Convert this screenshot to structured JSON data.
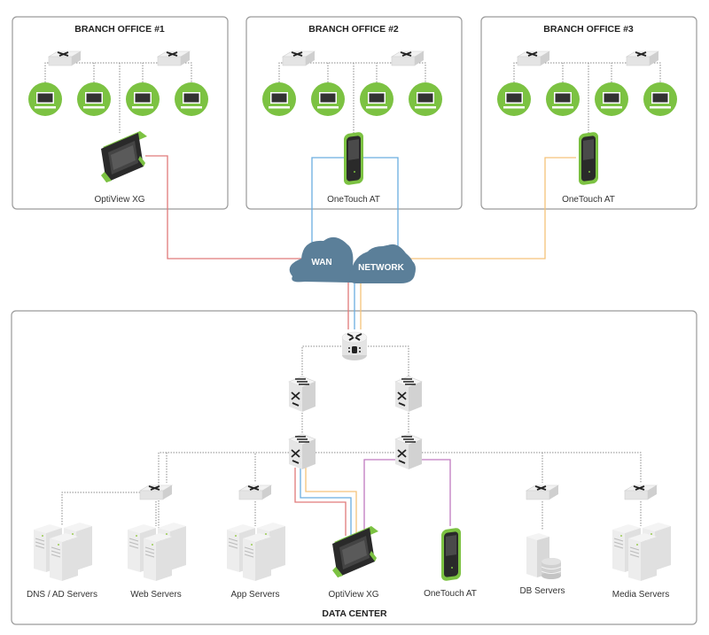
{
  "branches": [
    {
      "title": "BRANCH OFFICE #1",
      "device": "OptiView XG",
      "device_type": "tablet",
      "link_color": "#e07a7a"
    },
    {
      "title": "BRANCH OFFICE #2",
      "device": "OneTouch AT",
      "device_type": "handheld",
      "link_color": "#6aaee0"
    },
    {
      "title": "BRANCH OFFICE #3",
      "device": "OneTouch AT",
      "device_type": "handheld",
      "link_color": "#f5c27a"
    }
  ],
  "cloud": {
    "label_left": "WAN",
    "label_right": "NETWORK",
    "color": "#5b7f99"
  },
  "datacenter": {
    "title": "DATA CENTER",
    "groups": [
      {
        "label": "DNS / AD Servers",
        "icon": "server-stack-icon"
      },
      {
        "label": "Web Servers",
        "icon": "server-stack-icon"
      },
      {
        "label": "App Servers",
        "icon": "server-stack-icon"
      },
      {
        "label": "OptiView XG",
        "icon": "tablet-analyzer-icon"
      },
      {
        "label": "OneTouch AT",
        "icon": "handheld-analyzer-icon"
      },
      {
        "label": "DB Servers",
        "icon": "database-server-icon"
      },
      {
        "label": "Media Servers",
        "icon": "server-stack-icon"
      }
    ],
    "monitor_link_color": "#c07ac0"
  },
  "colors": {
    "client_green": "#7cc242",
    "device_green": "#7cc242",
    "frame": "#9a9a9a"
  }
}
